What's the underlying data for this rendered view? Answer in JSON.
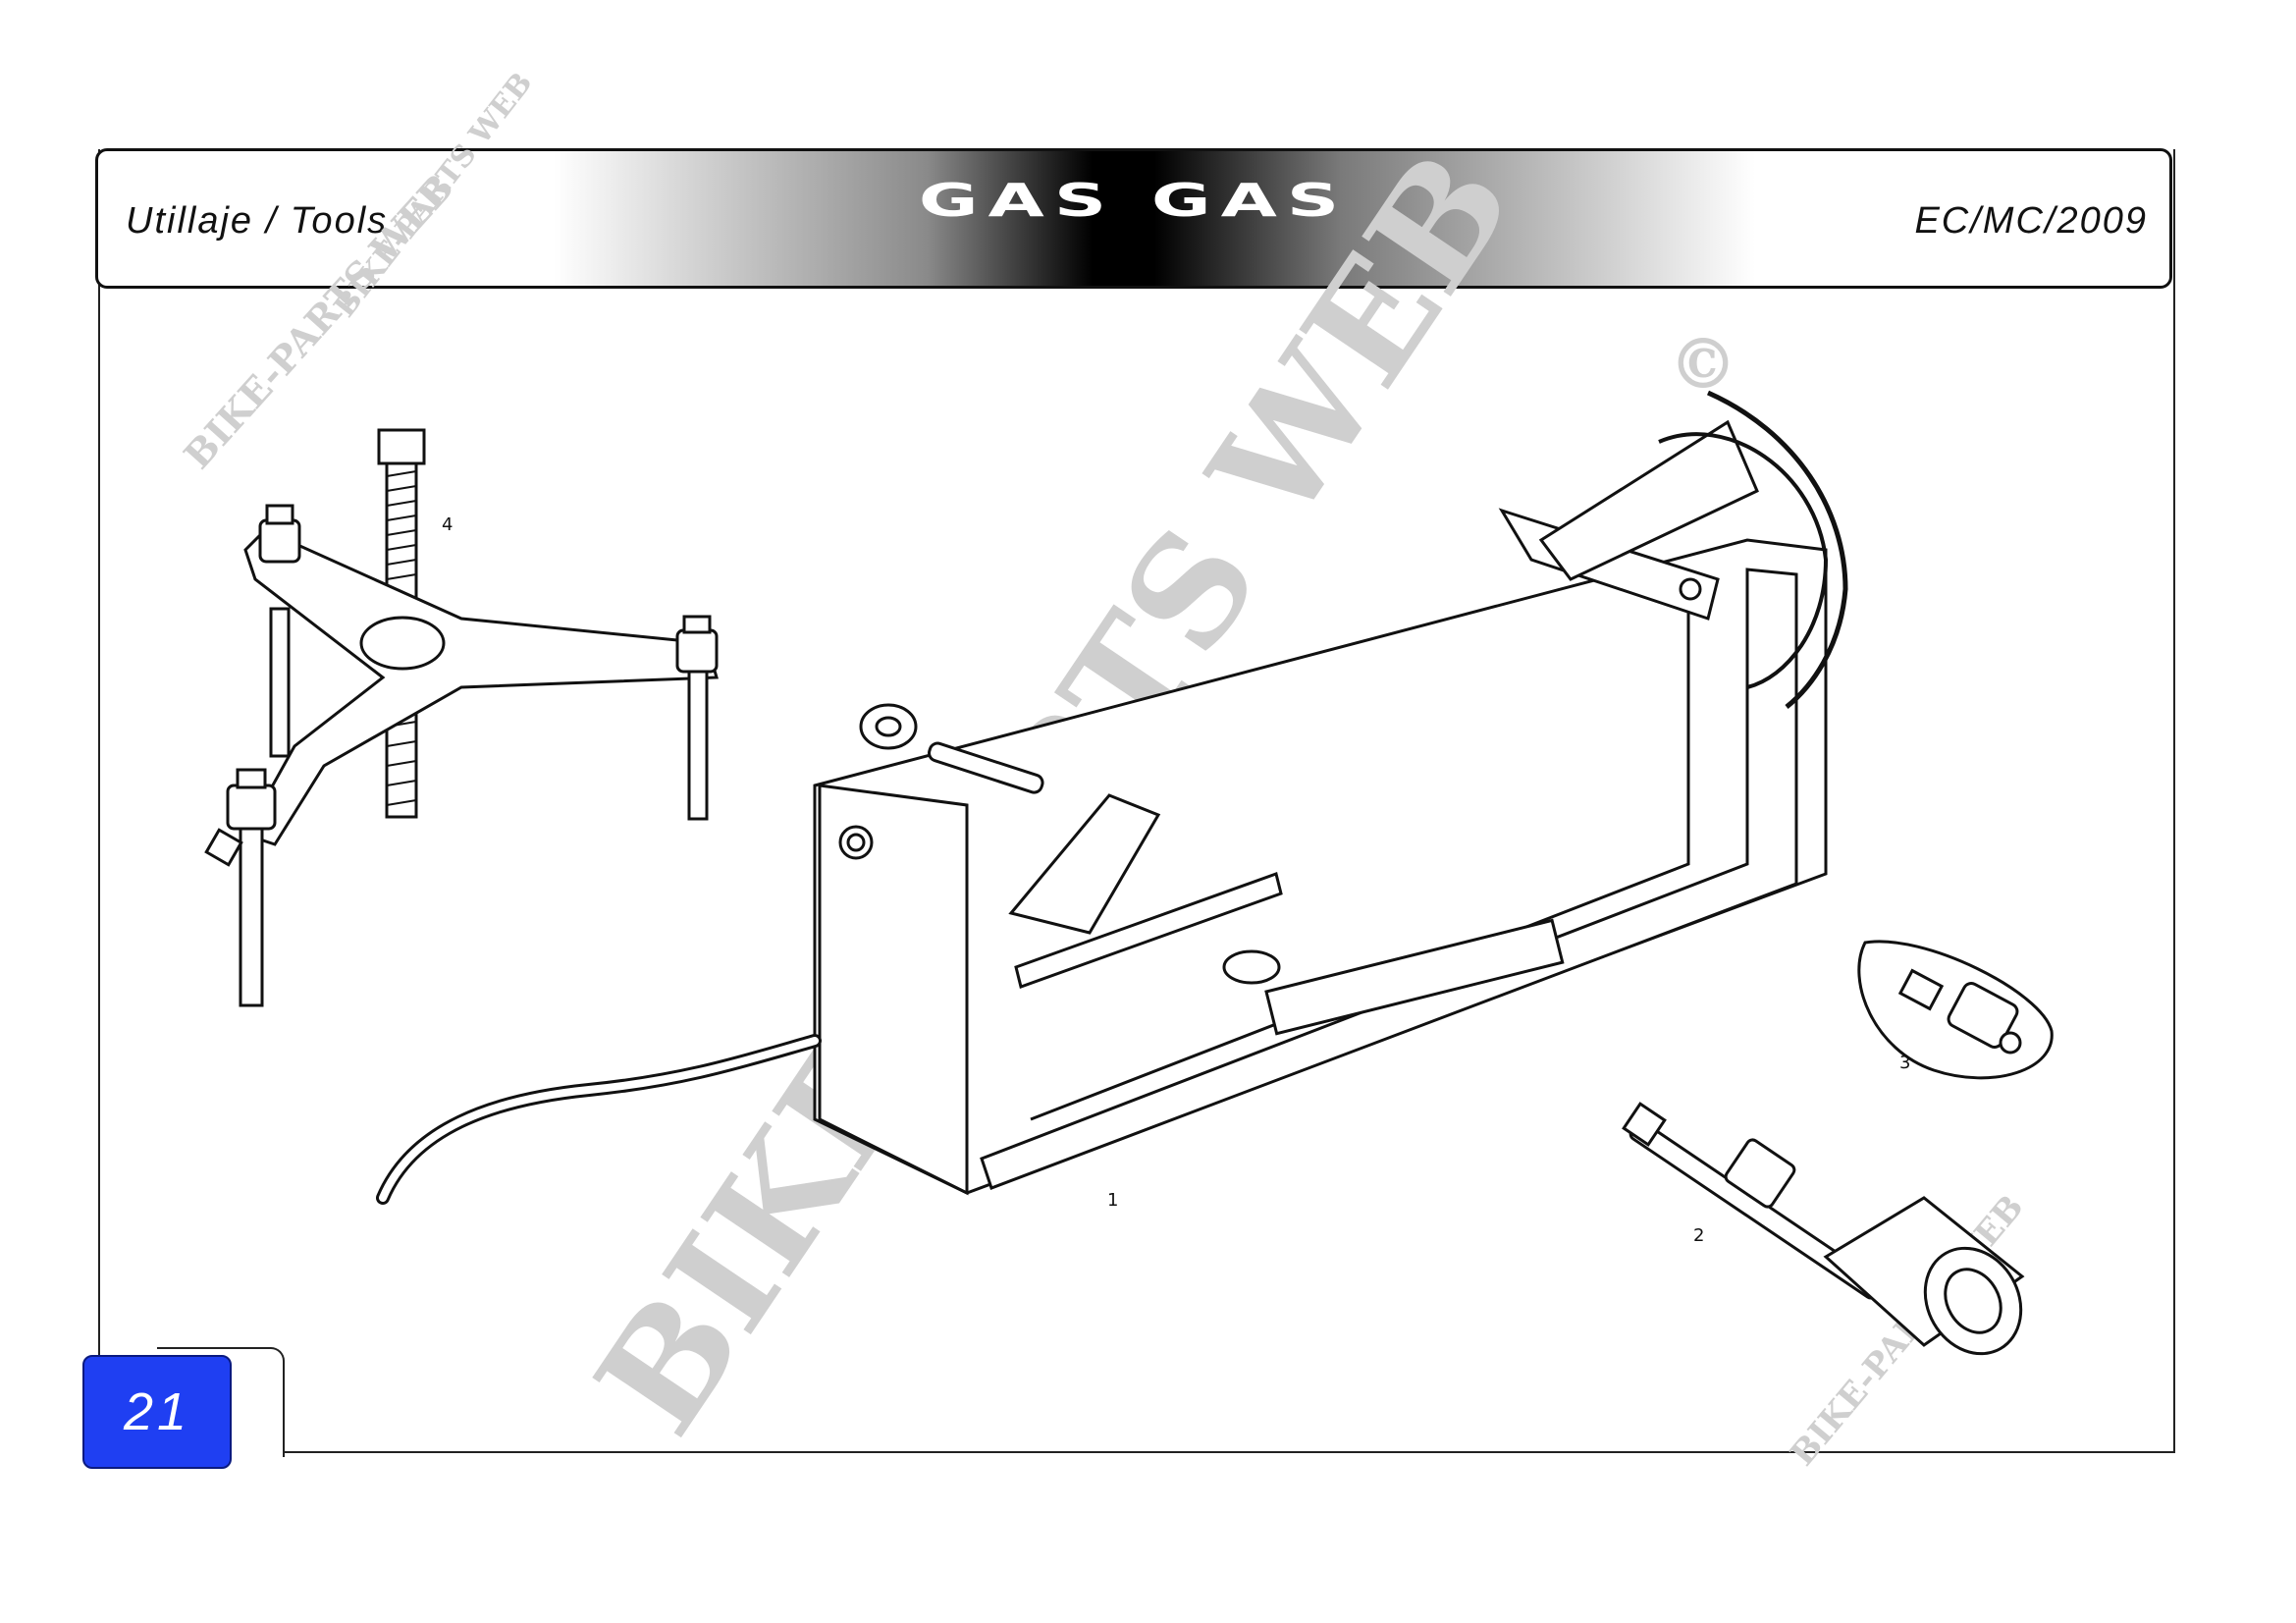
{
  "header": {
    "section_title": "Utillaje / Tools",
    "brand": "GAS GAS",
    "model": "EC/MC/2009"
  },
  "page_number": "21",
  "callouts": {
    "c1": "1",
    "c2": "2",
    "c3": "3",
    "c4": "4"
  },
  "watermark": {
    "large": "BIKE-PARTS WEB",
    "small": "BIKE-PARTS WEB",
    "mark": "©"
  }
}
